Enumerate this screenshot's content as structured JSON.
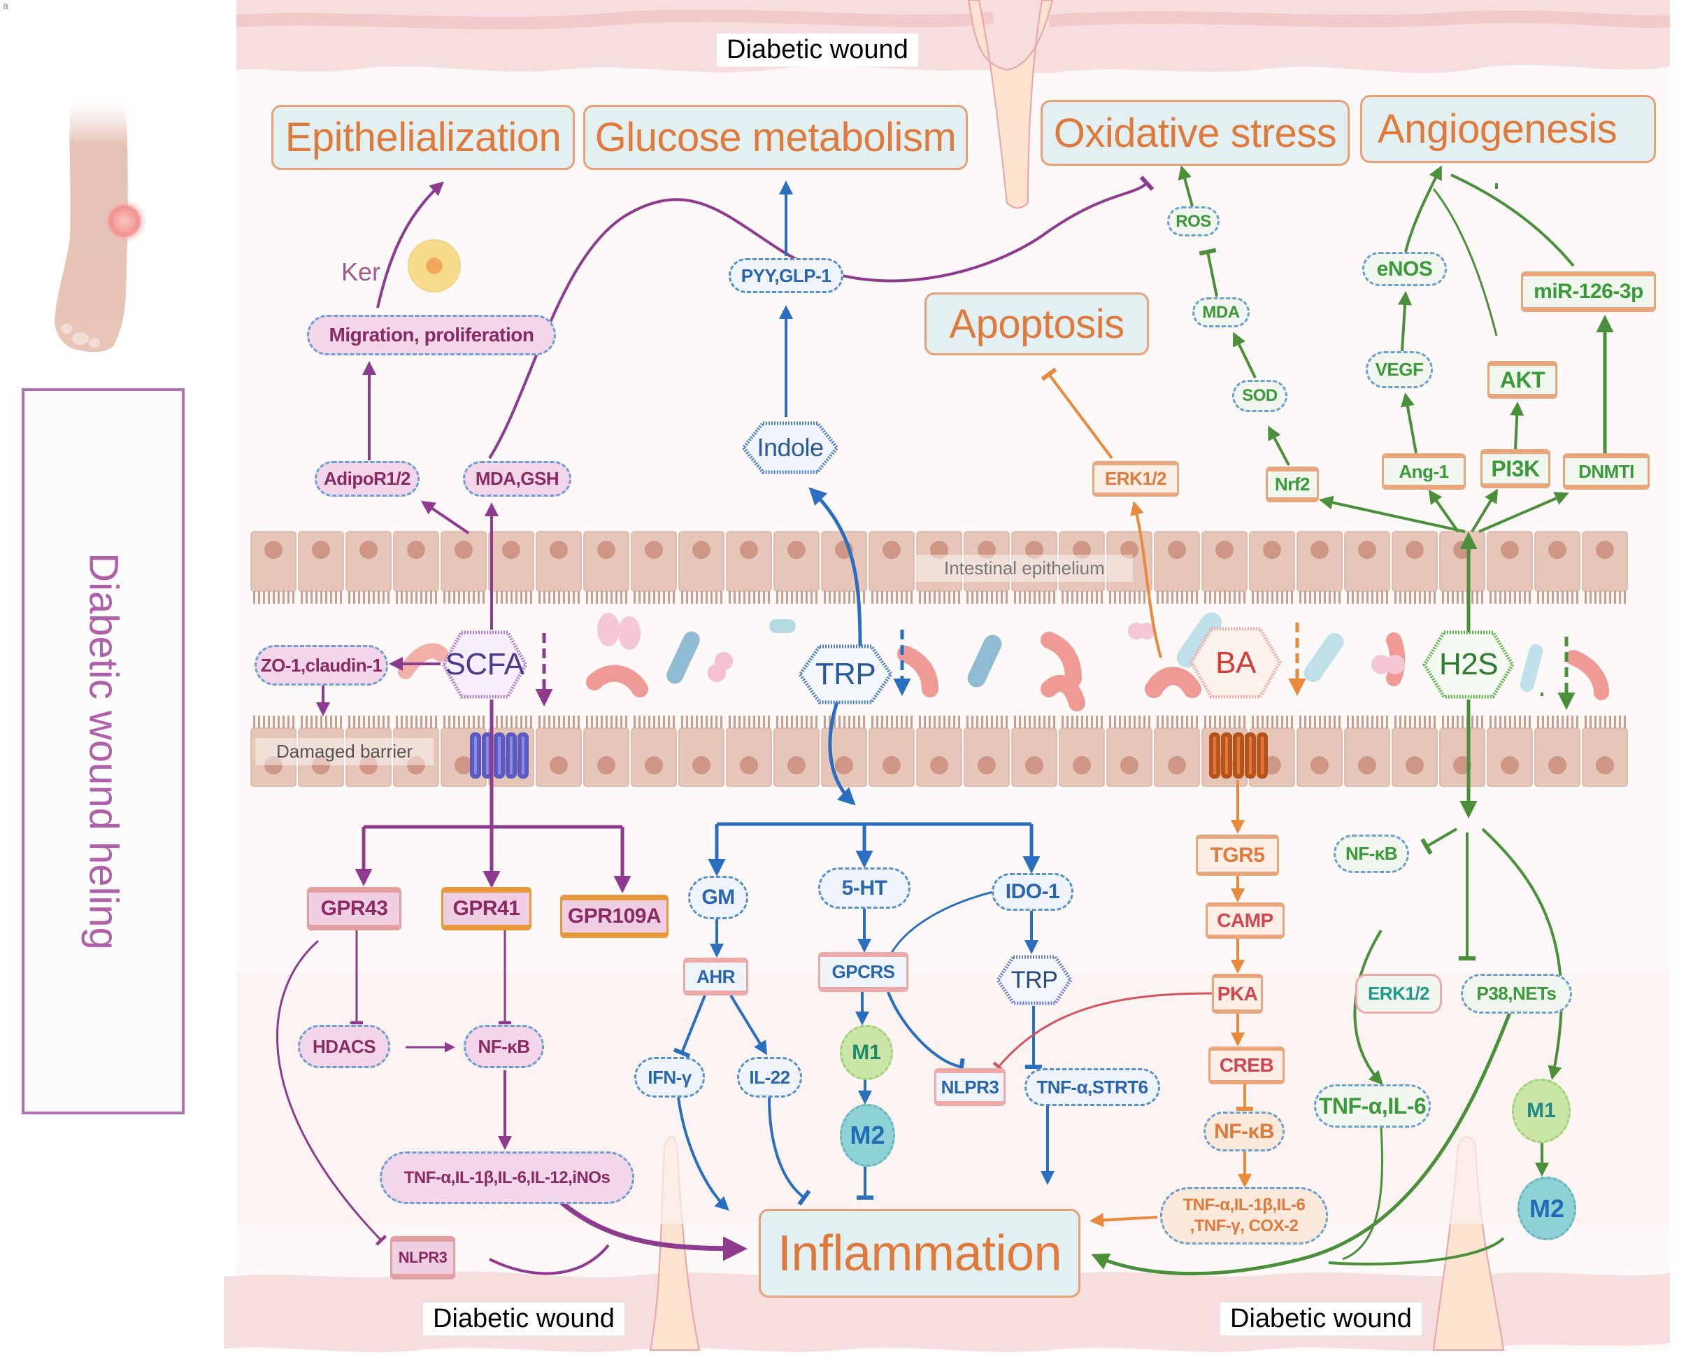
{
  "figure": {
    "side_title": "Diabetic wound heling",
    "corner_mark": "a",
    "labels": {
      "wound_top": "Diabetic wound",
      "wound_bottom_left": "Diabetic wound",
      "wound_bottom_right": "Diabetic wound",
      "intestinal_epithelium": "Intestinal epithelium",
      "damaged_barrier": "Damaged barrier",
      "keratinocyte": "Ker"
    },
    "outcomes": {
      "epithelialization": "Epithelialization",
      "glucose_metabolism": "Glucose metabolism",
      "oxidative_stress": "Oxidative stress",
      "angiogenesis": "Angiogenesis",
      "apoptosis": "Apoptosis",
      "inflammation": "Inflammation"
    },
    "metabolites": {
      "scfa": "SCFA",
      "trp": "TRP",
      "ba": "BA",
      "h2s": "H2S",
      "indole": "Indole",
      "trp_lower": "TRP"
    },
    "scfa_pathway": {
      "migration": "Migration, proliferation",
      "adipor": "AdipoR1/2",
      "mda_gsh": "MDA,GSH",
      "zo1": "ZO-1,claudin-1",
      "gpr43": "GPR43",
      "gpr41": "GPR41",
      "gpr109a": "GPR109A",
      "hdacs": "HDACS",
      "nfkb": "NF-κB",
      "cytokines": "TNF-α,IL-1β,IL-6,IL-12,iNOs",
      "nlpr3": "NLPR3"
    },
    "trp_pathway": {
      "pyy": "PYY,GLP-1",
      "gm": "GM",
      "ahr": "AHR",
      "ifn": "IFN-γ",
      "il22": "IL-22",
      "ht5": "5-HT",
      "gpcrs": "GPCRS",
      "m1": "M1",
      "m2": "M2",
      "ido1": "IDO-1",
      "nlpr3": "NLPR3",
      "tnf_strt6": "TNF-α,STRT6"
    },
    "ba_pathway": {
      "erk": "ERK1/2",
      "tgr5": "TGR5",
      "camp": "CAMP",
      "pka": "PKA",
      "creb": "CREB",
      "nfkb": "NF-κB",
      "cytokines_line1": "TNF-α,IL-1β,IL-6",
      "cytokines_line2": ",TNF-γ, COX-2"
    },
    "h2s_pathway": {
      "ros": "ROS",
      "mda": "MDA",
      "sod": "SOD",
      "nrf2": "Nrf2",
      "enos": "eNOS",
      "mir": "miR-126-3p",
      "vegf": "VEGF",
      "akt": "AKT",
      "ang1": "Ang-1",
      "pi3k": "PI3K",
      "dnmt": "DNMTI",
      "nfkb": "NF-κB",
      "erk": "ERK1/2",
      "p38": "P38,NETs",
      "tnf_il6": "TNF-α,IL-6",
      "m1": "M1",
      "m2": "M2"
    },
    "colors": {
      "scfa": "#8e3a8e",
      "trp": "#2a6fbf",
      "ba": "#e8893c",
      "h2s": "#4a8f3a",
      "outcome_text": "#e07a3c",
      "outcome_fill": "#e3f0f2",
      "skin": "#f6dede",
      "cell": "#e6c6b8",
      "nucleus": "#cf9686"
    }
  }
}
